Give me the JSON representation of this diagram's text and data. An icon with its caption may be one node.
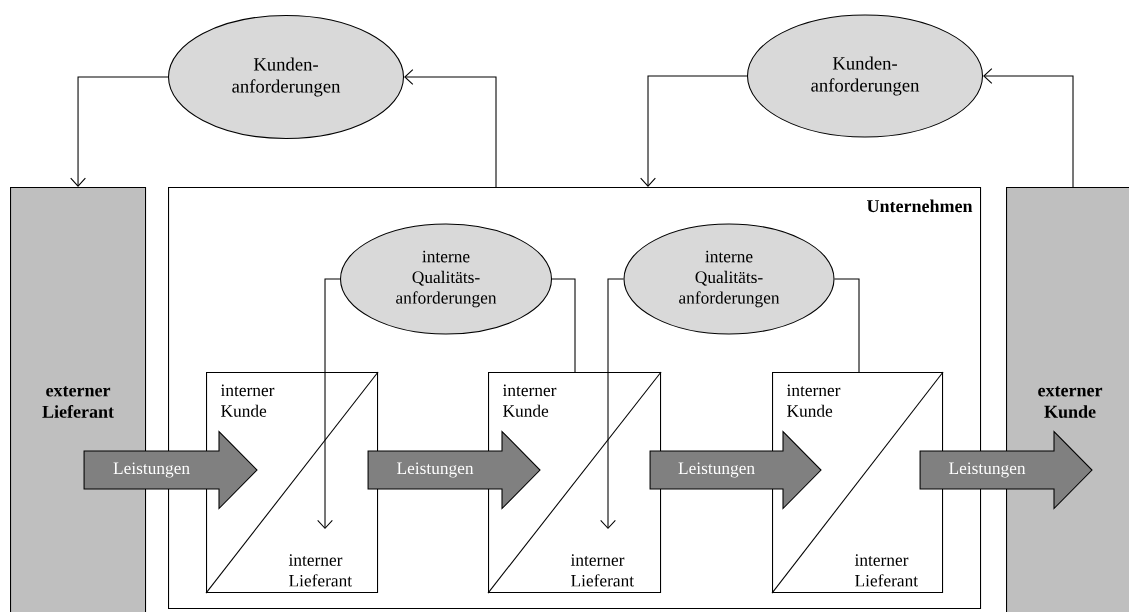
{
  "diagram": {
    "nodes": [
      {
        "text": [
          "Kunden- anforderungen"
        ]
      },
      {
        "text": [
          "Kunden- anforderungen"
        ]
      },
      {
        "text": [
          "externer Lieferant"
        ]
      },
      {
        "text": [
          "Unternehmen"
        ]
      },
      {
        "text": [
          "interne Qualitäts- anforderungen"
        ],
        "in": 3
      },
      {
        "text": [
          "interne Qualitäts- anforderungen"
        ],
        "in": 3
      },
      {
        "text": [
          "interner Kunde",
          "interner Lieferant"
        ],
        "in": 3
      },
      {
        "text": [
          "interner Kunde",
          "interner Lieferant"
        ],
        "in": 3
      },
      {
        "text": [
          "interner Kunde",
          "interner Lieferant"
        ],
        "in": 3
      },
      {
        "text": [
          "externer Kunde"
        ]
      }
    ],
    "edges": [
      {
        "from": 0,
        "to": 2,
        "arrow": "to"
      },
      {
        "from": 3,
        "to": 0,
        "arrow": "to"
      },
      {
        "from": 1,
        "to": 3,
        "arrow": "to"
      },
      {
        "from": 9,
        "to": 1,
        "arrow": "to"
      },
      {
        "from": 4,
        "to": 6,
        "arrow": "to"
      },
      {
        "from": 7,
        "to": 4,
        "arrow": "none"
      },
      {
        "from": 5,
        "to": 7,
        "arrow": "to"
      },
      {
        "from": 8,
        "to": 5,
        "arrow": "none"
      },
      {
        "from": 2,
        "to": 6,
        "arrow": "to",
        "style": "thick",
        "label": "Leistungen"
      },
      {
        "from": 6,
        "to": 7,
        "arrow": "to",
        "style": "thick",
        "label": "Leistungen"
      },
      {
        "from": 7,
        "to": 8,
        "arrow": "to",
        "style": "thick",
        "label": "Leistungen"
      },
      {
        "from": 8,
        "to": 9,
        "arrow": "to",
        "style": "thick",
        "label": "Leistungen"
      }
    ]
  }
}
